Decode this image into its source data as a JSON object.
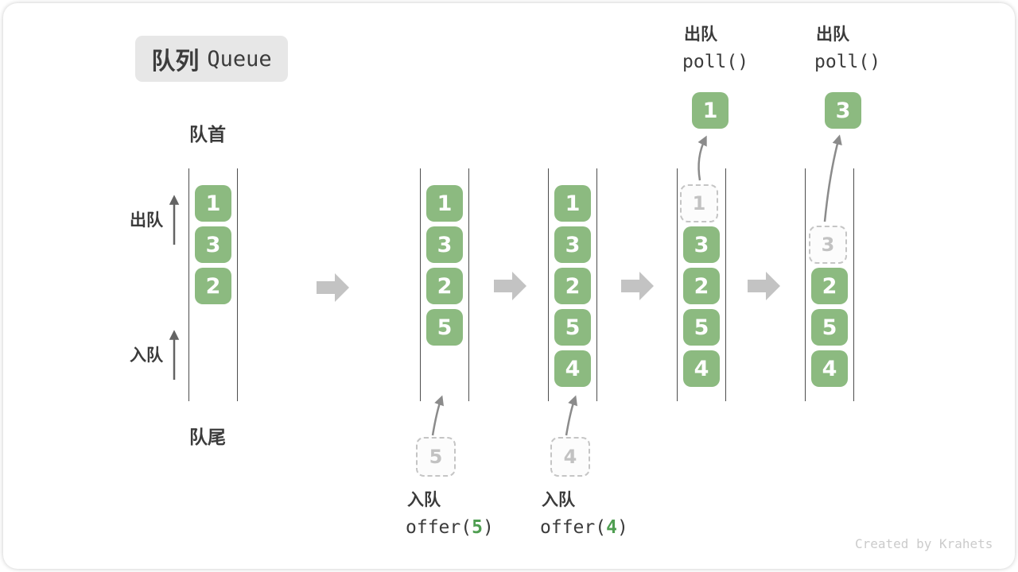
{
  "title": {
    "zh": "队列",
    "en": "Queue"
  },
  "labels": {
    "front": "队首",
    "rear": "队尾",
    "dequeue_side": "出队",
    "enqueue_side": "入队"
  },
  "states": [
    {
      "items": [
        "1",
        "3",
        "2"
      ]
    },
    {
      "items": [
        "1",
        "3",
        "2",
        "5"
      ],
      "pending": "5",
      "op": {
        "zh": "入队",
        "fn": "offer(",
        "arg": "5",
        "close": ")"
      }
    },
    {
      "items": [
        "1",
        "3",
        "2",
        "5",
        "4"
      ],
      "pending": "4",
      "op": {
        "zh": "入队",
        "fn": "offer(",
        "arg": "4",
        "close": ")"
      }
    },
    {
      "items": [
        "3",
        "2",
        "5",
        "4"
      ],
      "removed": "1",
      "out": "1",
      "op": {
        "zh": "出队",
        "fn": "poll()"
      }
    },
    {
      "items": [
        "2",
        "5",
        "4"
      ],
      "removed": "3",
      "out": "3",
      "op": {
        "zh": "出队",
        "fn": "poll()"
      }
    }
  ],
  "watermark": "Created by Krahets",
  "colors": {
    "item_green": "#8cba80",
    "arg_green": "#4f9e51",
    "title_bg": "#e7e7e7",
    "block_arrow_gray": "#c3c3c3",
    "curve_arrow_gray": "#8b8b8b",
    "side_arrow_gray": "#646464",
    "dashed_gray": "#c5c5c5",
    "text_dark": "#3b3b3b",
    "watermark_gray": "#cbcbcb"
  }
}
